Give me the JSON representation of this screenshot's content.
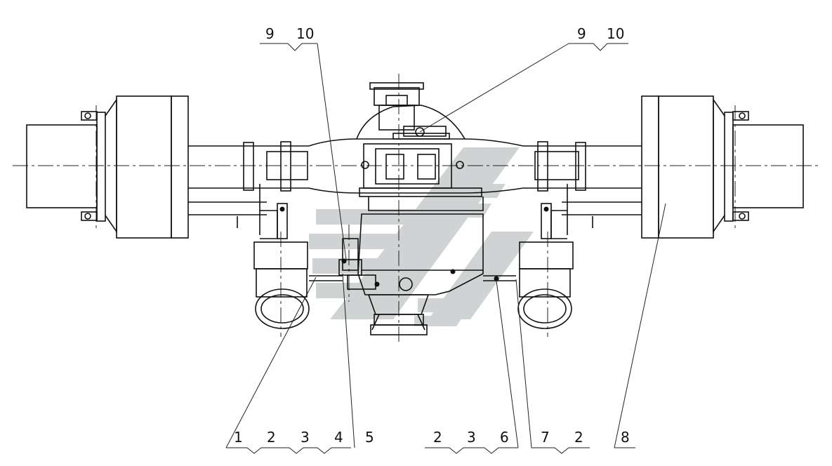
{
  "labels": {
    "top_left": [
      "9",
      "10"
    ],
    "top_right": [
      "9",
      "10"
    ],
    "bottom_group_a": [
      "1",
      "2",
      "3",
      "4"
    ],
    "bottom_single_5": "5",
    "bottom_group_b": [
      "2",
      "3",
      "6"
    ],
    "bottom_group_c": [
      "7",
      "2"
    ],
    "bottom_single_8": "8"
  },
  "colors": {
    "line": "#111111",
    "watermark": "#cfd3d3",
    "background": "#ffffff"
  }
}
